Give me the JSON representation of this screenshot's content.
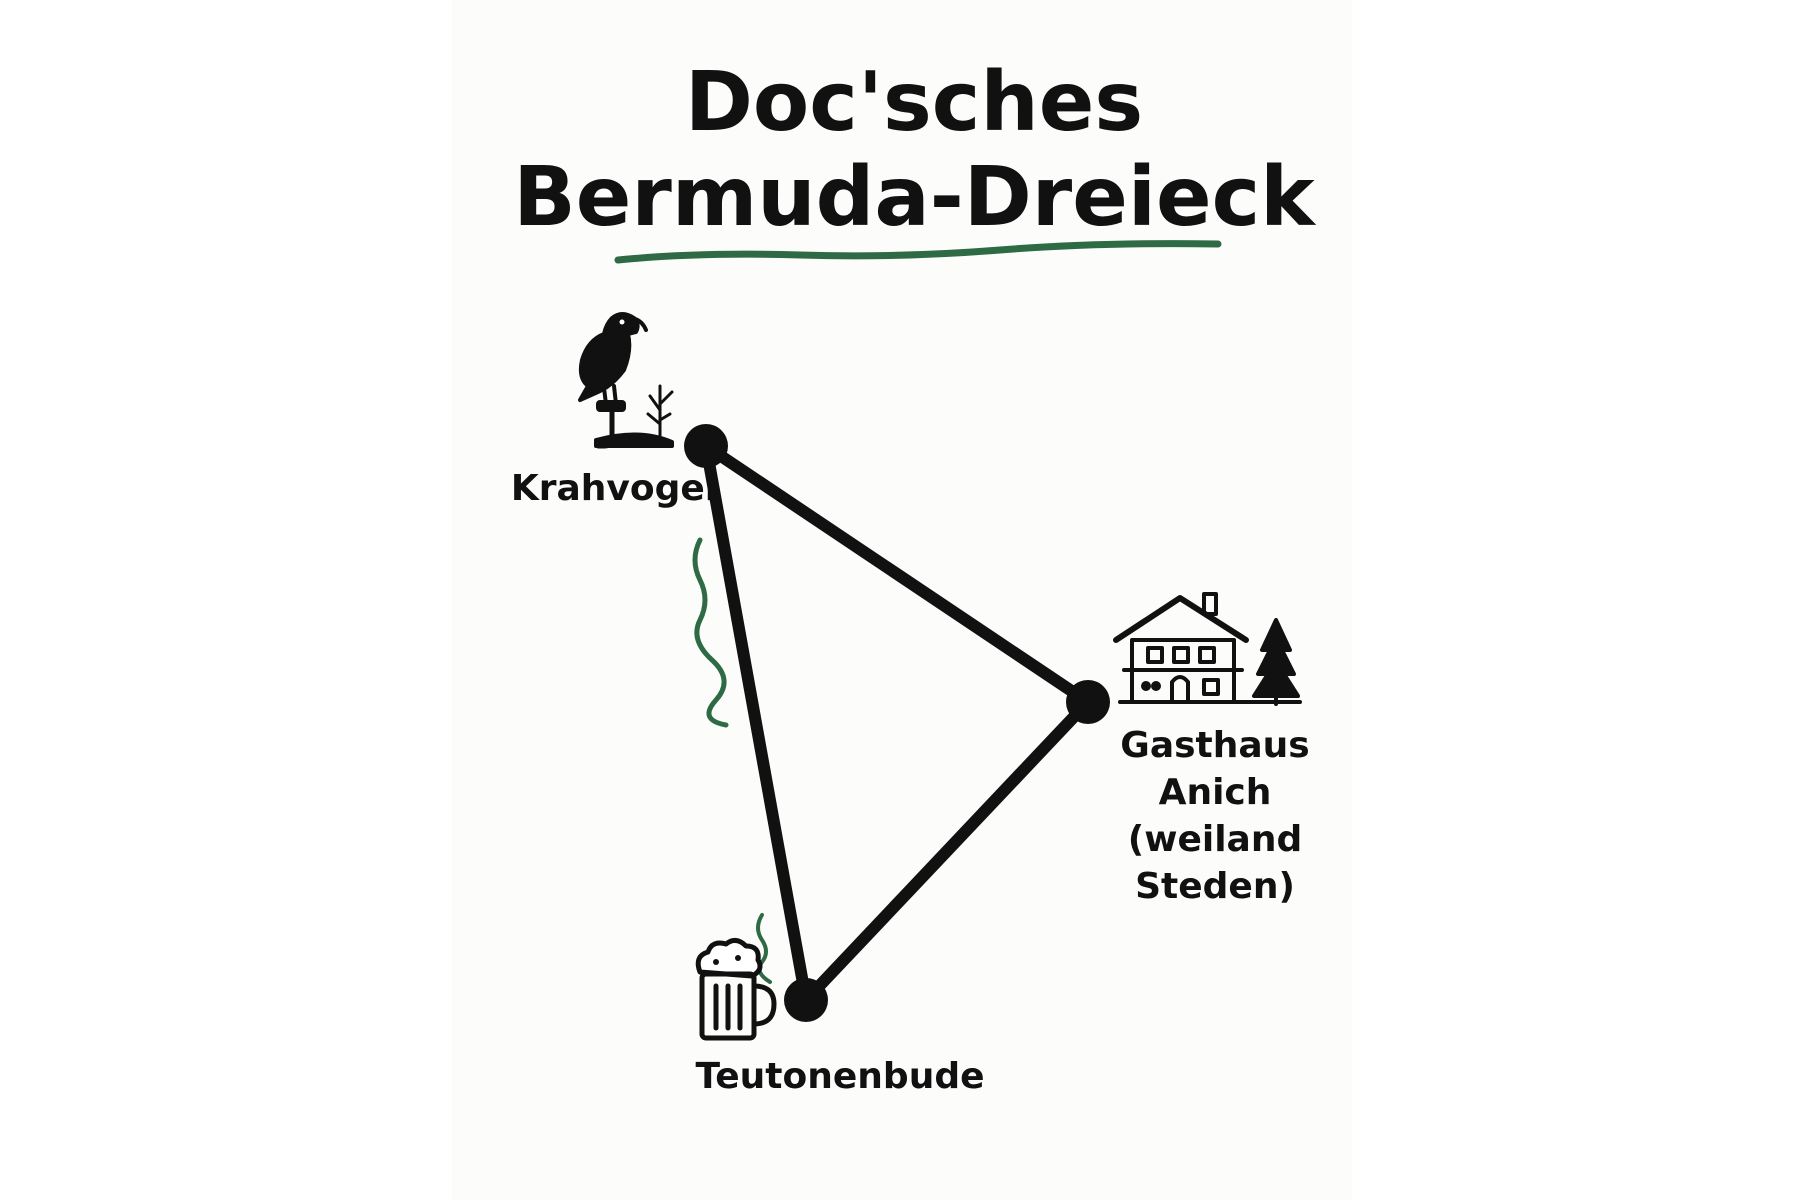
{
  "title": {
    "line1": "Doc'sches",
    "line2": "Bermuda-Dreieck"
  },
  "nodes": {
    "krahvogel": {
      "label": "Krahvogel",
      "icon": "crow-on-post-icon"
    },
    "gasthaus": {
      "label_lines": [
        "Gasthaus",
        "Anich",
        "(weiland",
        "Steden)"
      ],
      "icon": "inn-house-icon"
    },
    "teutonenbude": {
      "label": "Teutonenbude",
      "icon": "beer-mug-icon"
    }
  },
  "colors": {
    "ink": "#111111",
    "accent_green": "#2e6b45"
  }
}
